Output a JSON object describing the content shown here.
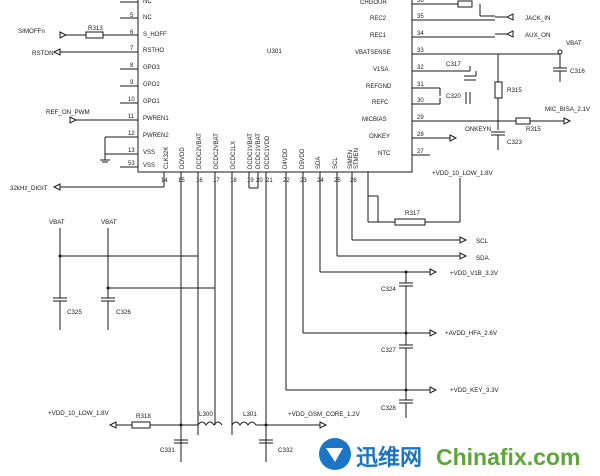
{
  "ic": {
    "ref": "U301",
    "left_pins": [
      {
        "num": "",
        "name": "NC"
      },
      {
        "num": "5",
        "name": "NC"
      },
      {
        "num": "6",
        "name": "S_HOFF"
      },
      {
        "num": "7",
        "name": "RSTHO"
      },
      {
        "num": "8",
        "name": "GPO3"
      },
      {
        "num": "9",
        "name": "GPO2"
      },
      {
        "num": "10",
        "name": "GPO1"
      },
      {
        "num": "11",
        "name": "PWREN1"
      },
      {
        "num": "12",
        "name": "PWREN2"
      },
      {
        "num": "13",
        "name": "VSS"
      },
      {
        "num": "53",
        "name": "VSS"
      }
    ],
    "right_pins": [
      {
        "num": "36",
        "name": "CHGOUR"
      },
      {
        "num": "35",
        "name": "REC2"
      },
      {
        "num": "34",
        "name": "REC1"
      },
      {
        "num": "33",
        "name": "VBATSENSE"
      },
      {
        "num": "32",
        "name": "V1SA"
      },
      {
        "num": "31",
        "name": "REFGND"
      },
      {
        "num": "30",
        "name": "REFC"
      },
      {
        "num": "29",
        "name": "MICBIAS"
      },
      {
        "num": "28",
        "name": "ONKEY"
      },
      {
        "num": "27",
        "name": "NTC"
      }
    ],
    "bottom_pins": [
      {
        "num": "14",
        "name": "CLK32K"
      },
      {
        "num": "15",
        "name": "DOVDD"
      },
      {
        "num": "16",
        "name": "DCDC2VBAT"
      },
      {
        "num": "17",
        "name": "DCDC2VBAT"
      },
      {
        "num": "18",
        "name": "DCDC1LX"
      },
      {
        "num": "19",
        "name": "DCDC1VBAT"
      },
      {
        "num": "20",
        "name": "DCDC1VBAT"
      },
      {
        "num": "21",
        "name": "DCDC1VDD"
      },
      {
        "num": "22",
        "name": "D4VDD"
      },
      {
        "num": "23",
        "name": "D5VDD"
      },
      {
        "num": "24",
        "name": "SDA"
      },
      {
        "num": "25",
        "name": "SCL"
      },
      {
        "num": "26",
        "name": "SIMEN"
      }
    ],
    "extra_bottom_label": "STMEN"
  },
  "nets": {
    "simoff": "SIMOFFn",
    "rston": "RSTON",
    "ref_on": "REF_ON_PWM",
    "clk": "32kHz_DIGIT",
    "jack": "JACK_IN",
    "aux": "AUX_ON",
    "vbat": "VBAT",
    "onkey": "ONKEYN",
    "mic": "MIC_BISA_2.1V",
    "vdd10_top": "+VDD_10_LOW_1.8V",
    "scl": "SCL",
    "sda": "SDA",
    "vib": "+VDD_V1B_3.3V",
    "avdd": "+AVDD_HFA_2.6V",
    "key": "+VDD_KEY_3.3V",
    "gsm": "+VDD_GSM_CORE_1.2V",
    "vdd10_bottom": "+VDD_10_LOW_1.8V",
    "vbat_a": "VBAT",
    "vbat_b": "VBAT"
  },
  "parts": {
    "r313": "R313",
    "c317": "C317",
    "r315_v": "R315",
    "c316": "C316",
    "c320": "C320",
    "r315_h": "R315",
    "c323": "C323",
    "r317": "R317",
    "c324": "C324",
    "c327": "C327",
    "c328": "C328",
    "c325": "C325",
    "c326": "C326",
    "r318": "R318",
    "l300": "L300",
    "l301": "L301",
    "c331": "C331",
    "c332": "C332"
  },
  "watermark": {
    "cn": "迅维网",
    "en": "Chinafix.com"
  }
}
